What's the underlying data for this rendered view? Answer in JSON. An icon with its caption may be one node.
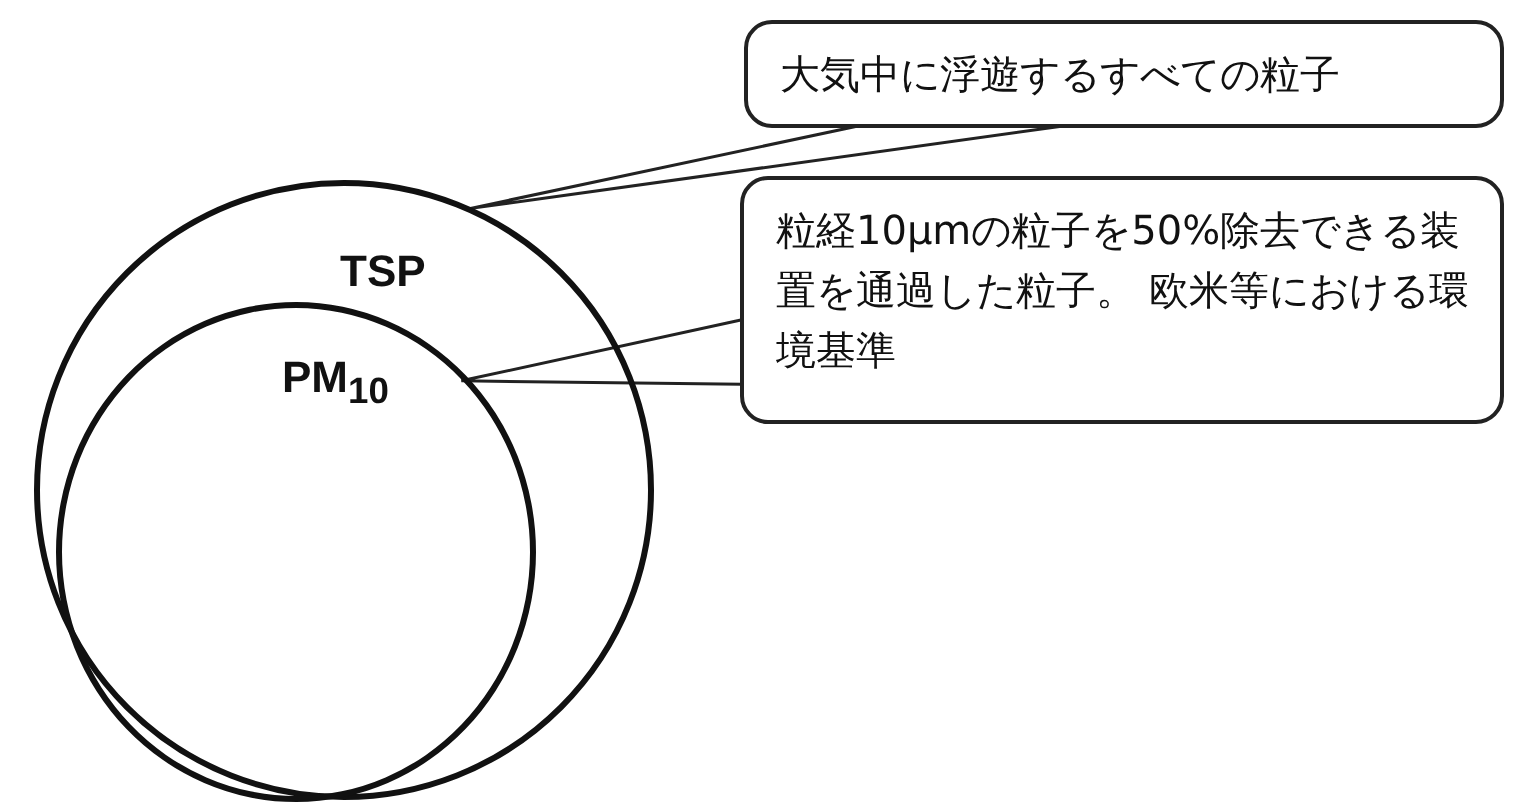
{
  "diagram": {
    "nodes": [
      {
        "text": [
          "TSP"
        ]
      },
      {
        "text": [
          "PM$_{10}$"
        ],
        "in": 0
      },
      {
        "text": [
          "大気中に浮遊するすべての粒子"
        ]
      },
      {
        "text": [
          "粒経10μmの粒子を50%除去できる装置を通過した粒子。 欧米等における環境基準"
        ]
      }
    ],
    "edges": [
      {
        "from": 2,
        "to": 0,
        "arrow": "none"
      },
      {
        "from": 3,
        "to": 1,
        "arrow": "none"
      }
    ]
  }
}
